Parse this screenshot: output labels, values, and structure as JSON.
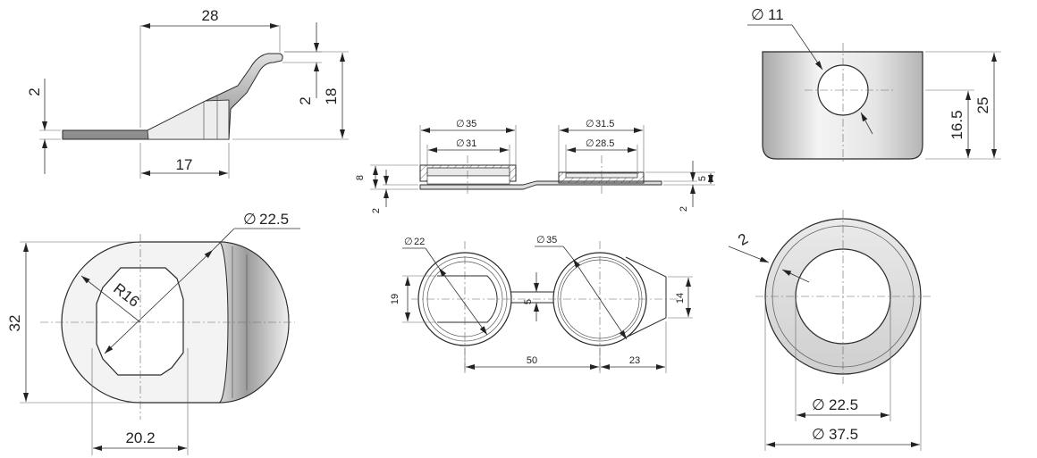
{
  "dimensions": {
    "side_left_top_width": "28",
    "side_left_thickness": "2",
    "side_left_lip": "2",
    "side_left_height": "18",
    "side_left_bottom_width": "17",
    "front_left_diameter": "22.5",
    "front_left_radius": "R16",
    "front_left_height": "32",
    "front_left_flat_width": "20.2",
    "section_d35": "35",
    "section_d31": "31",
    "section_d31_5": "31.5",
    "section_d28_5": "28.5",
    "section_height_left": "8",
    "section_thickness_left": "2",
    "section_height_right": "5",
    "section_thickness_right": "2",
    "plan_d22": "22",
    "plan_d35": "35",
    "plan_flat": "19",
    "plan_bridge": "5",
    "plan_tab": "14",
    "plan_spacing": "50",
    "plan_tab_length": "23",
    "cap_hole": "11",
    "cap_center_height": "16.5",
    "cap_height": "25",
    "ring_wall": "2",
    "ring_inner": "22.5",
    "ring_outer": "37.5"
  },
  "symbols": {
    "diameter": "∅"
  },
  "colors": {
    "line": "#2a2a2a",
    "shade_light": "#f2f2f2",
    "shade_dark": "#9a9a9a"
  }
}
